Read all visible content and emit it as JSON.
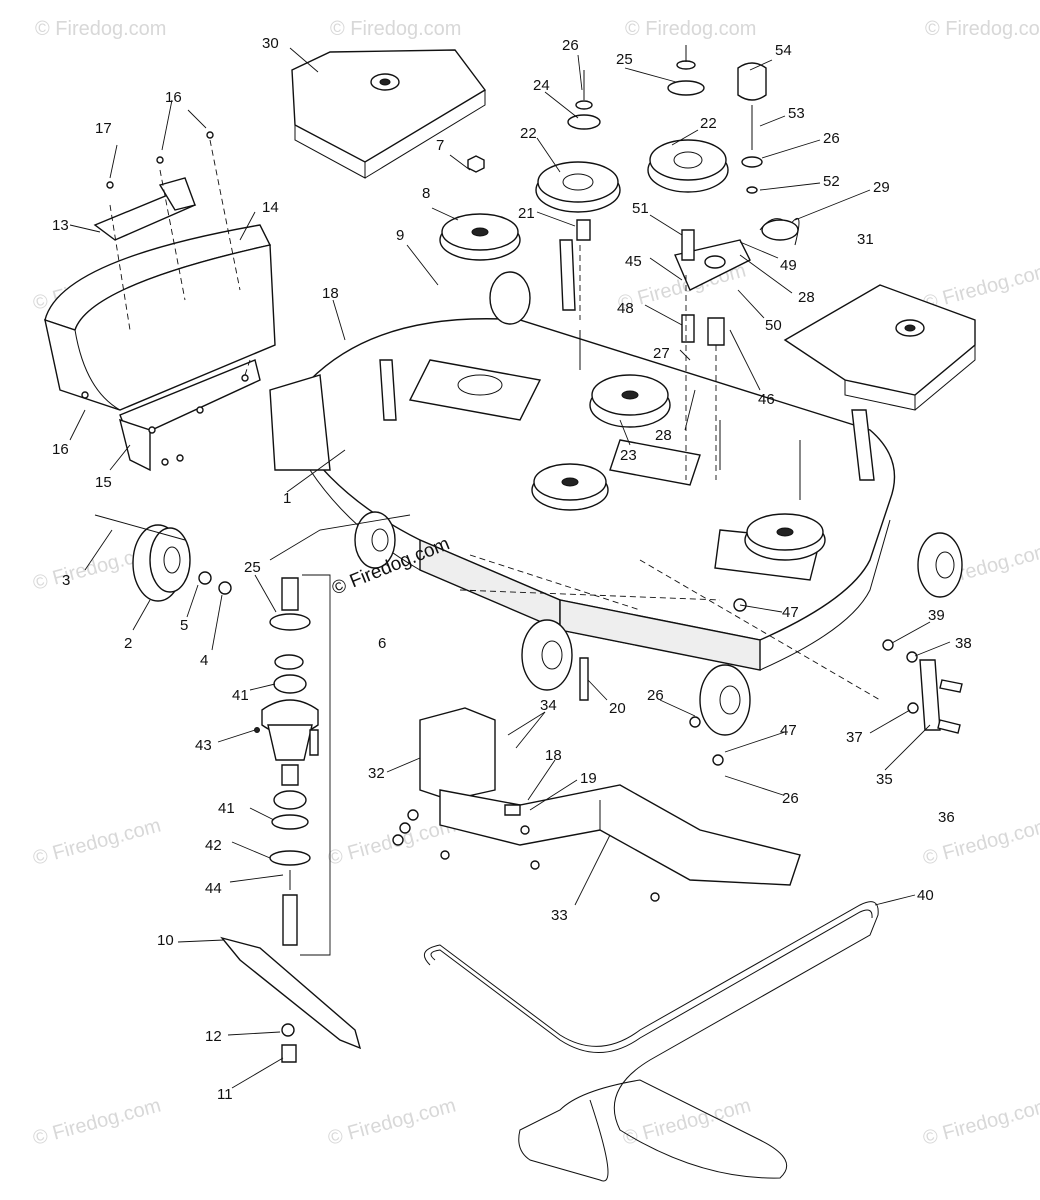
{
  "watermark": {
    "text": "© Firedog.com",
    "color": "#d8d8d8"
  },
  "callouts": [
    "1",
    "2",
    "3",
    "4",
    "5",
    "6",
    "7",
    "8",
    "9",
    "10",
    "11",
    "12",
    "13",
    "14",
    "15",
    "16",
    "17",
    "18",
    "19",
    "20",
    "21",
    "22",
    "23",
    "24",
    "25",
    "26",
    "27",
    "28",
    "29",
    "30",
    "31",
    "32",
    "33",
    "34",
    "35",
    "36",
    "37",
    "38",
    "39",
    "40",
    "41",
    "42",
    "43",
    "44",
    "45",
    "46",
    "47",
    "48",
    "49",
    "50",
    "51",
    "52",
    "53",
    "54"
  ]
}
